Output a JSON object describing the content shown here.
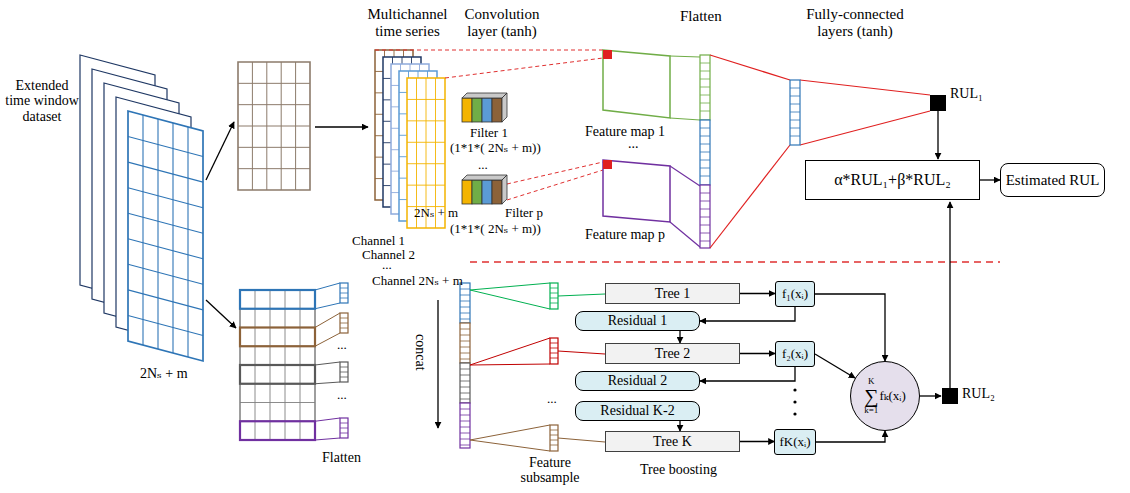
{
  "diagram": {
    "nodes": [
      {
        "text": [
          "α*RUL₁+β*RUL₂"
        ]
      },
      {
        "text": [
          "Estimated RUL"
        ]
      },
      {
        "text": [
          "Tree 1"
        ]
      },
      {
        "text": [
          "Residual 1"
        ]
      },
      {
        "text": [
          "Tree 2"
        ]
      },
      {
        "text": [
          "Residual 2"
        ]
      },
      {
        "text": [
          "Residual K-2"
        ]
      },
      {
        "text": [
          "Tree K"
        ]
      },
      {
        "text": [
          "f₁(xᵢ)"
        ]
      },
      {
        "text": [
          "f₂(xᵢ)"
        ]
      },
      {
        "text": [
          "fK(xᵢ)"
        ]
      },
      {
        "text": [
          "K",
          "∑",
          "k=1",
          "fₖ(xᵢ)"
        ]
      }
    ],
    "edges": [
      {
        "from": 0,
        "to": 1,
        "arrow": "to"
      },
      {
        "from": 2,
        "to": 8,
        "arrow": "to"
      },
      {
        "from": 8,
        "to": 3,
        "arrow": "to"
      },
      {
        "from": 3,
        "to": 4,
        "arrow": "to"
      },
      {
        "from": 4,
        "to": 9,
        "arrow": "to"
      },
      {
        "from": 9,
        "to": 5,
        "arrow": "to"
      },
      {
        "from": 6,
        "to": 7,
        "arrow": "to"
      },
      {
        "from": 7,
        "to": 10,
        "arrow": "to"
      },
      {
        "from": 8,
        "to": 11,
        "arrow": "to"
      },
      {
        "from": 9,
        "to": 11,
        "arrow": "to"
      },
      {
        "from": 10,
        "to": 11,
        "arrow": "to"
      }
    ],
    "labels": [
      "Extended time window dataset",
      "2Nₛ + m",
      "Multichannel time series",
      "Convolution layer (tanh)",
      "Flatten",
      "Fully-connected layers (tanh)",
      "Channel 1",
      "Channel 2",
      "...",
      "Channel 2Nₛ + m",
      "Filter 1",
      "(1*1*( 2Nₛ + m))",
      "...",
      "2Nₛ + m",
      "Filter p",
      "(1*1*( 2Nₛ + m))",
      "Feature map 1",
      "...",
      "Feature map p",
      "RUL₁",
      "RUL₂",
      "concat",
      "Flatten",
      "...",
      "...",
      "Feature subsample",
      "Tree boosting",
      "..."
    ]
  }
}
